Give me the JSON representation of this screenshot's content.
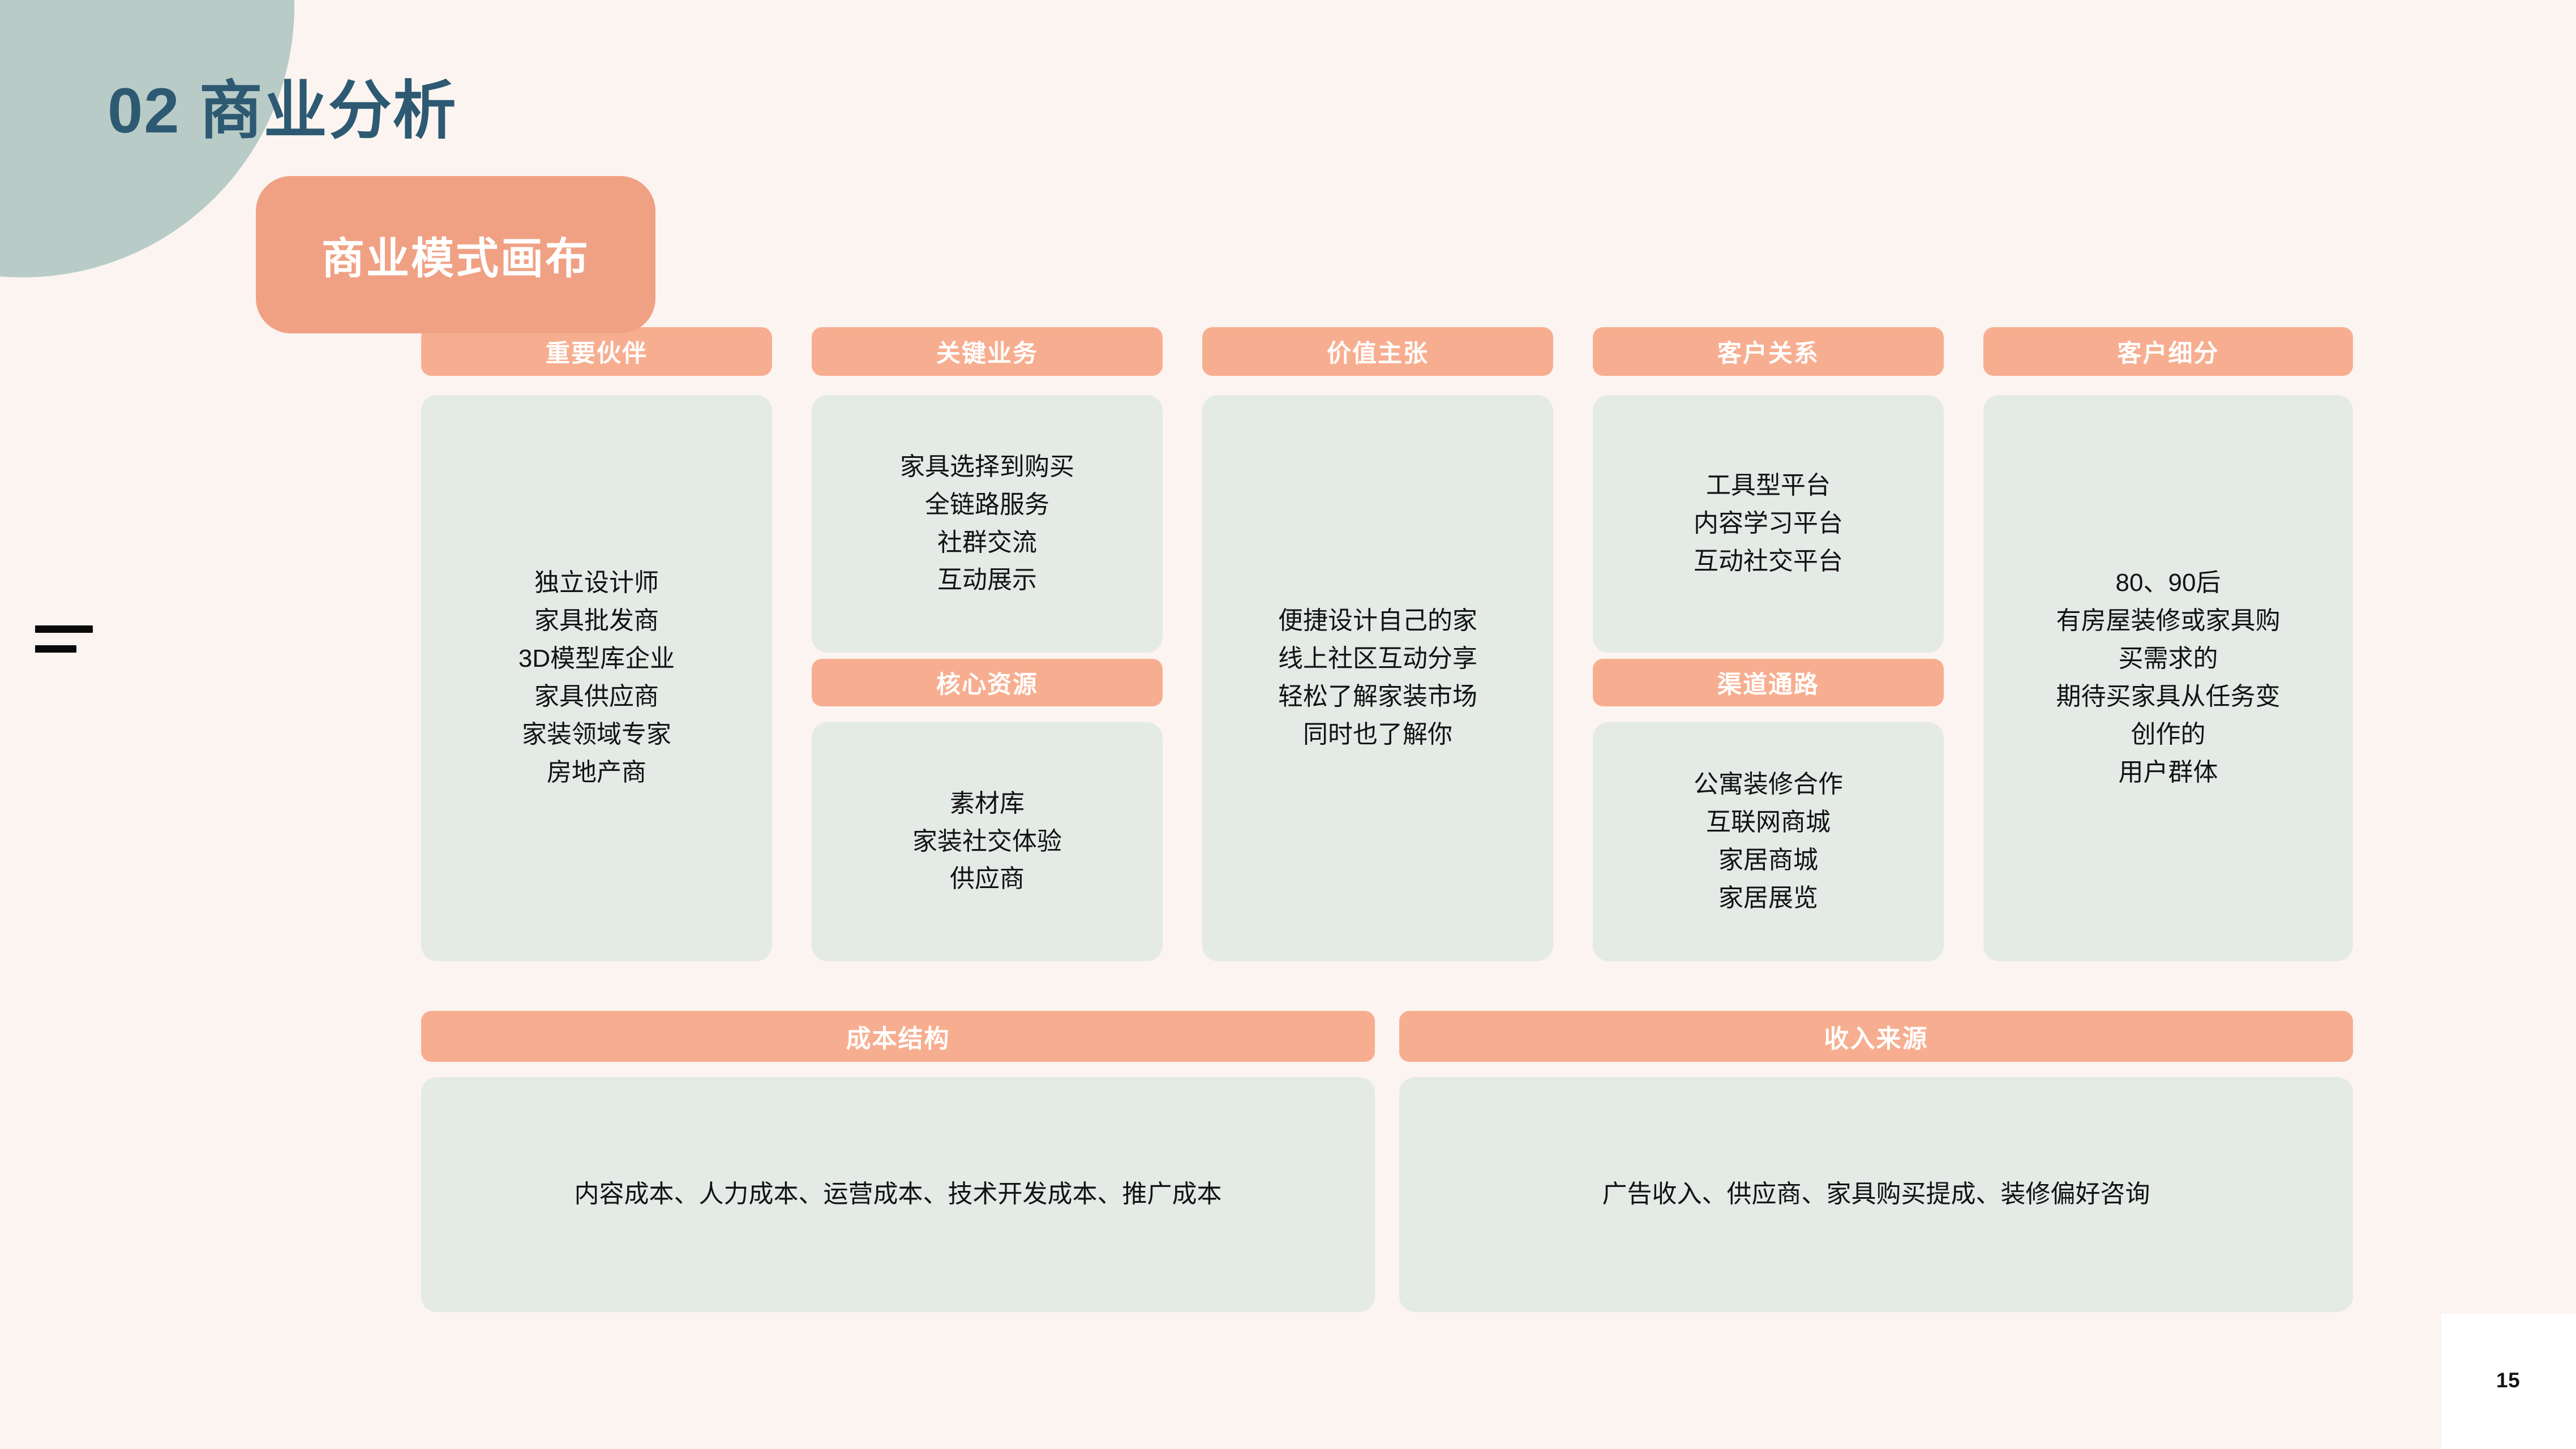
{
  "slide": {
    "section_number_and_title": "02 商业分析",
    "subtitle_badge": "商业模式画布",
    "page_number": "15"
  },
  "colors": {
    "background": "#FBF4F0",
    "teal_blob": "#B9CBC7",
    "accent_orange": "#F0A184",
    "header_bar_orange": "#F7AE90",
    "card_green_gray": "#E4EAE6",
    "title_blue": "#2D5A72",
    "body_text": "#131313",
    "header_text": "#FFFFFF"
  },
  "canvas": {
    "columns": [
      {
        "key": "key_partners",
        "header": "重要伙伴",
        "body": "独立设计师\n家具批发商\n3D模型库企业\n家具供应商\n家装领域专家\n房地产商"
      },
      {
        "key": "key_activities",
        "header": "关键业务",
        "body": "家具选择到购买\n全链路服务\n社群交流\n互动展示"
      },
      {
        "key": "key_resources",
        "header": "核心资源",
        "body": "素材库\n家装社交体验\n供应商"
      },
      {
        "key": "value_propositions",
        "header": "价值主张",
        "body": "便捷设计自己的家\n线上社区互动分享\n轻松了解家装市场\n同时也了解你"
      },
      {
        "key": "customer_relationships",
        "header": "客户关系",
        "body": "工具型平台\n内容学习平台\n互动社交平台"
      },
      {
        "key": "channels",
        "header": "渠道通路",
        "body": "公寓装修合作\n互联网商城\n家居商城\n家居展览"
      },
      {
        "key": "customer_segments",
        "header": "客户细分",
        "body": "80、90后\n有房屋装修或家具购\n买需求的\n期待买家具从任务变\n创作的\n用户群体"
      },
      {
        "key": "cost_structure",
        "header": "成本结构",
        "body": "内容成本、人力成本、运营成本、技术开发成本、推广成本"
      },
      {
        "key": "revenue_streams",
        "header": "收入来源",
        "body": "广告收入、供应商、家具购买提成、装修偏好咨询"
      }
    ]
  }
}
